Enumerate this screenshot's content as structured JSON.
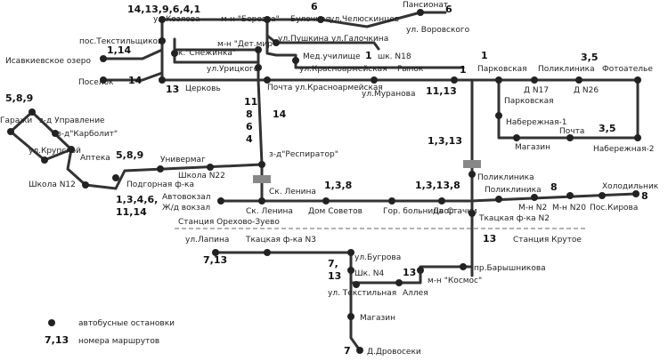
{
  "labels": {
    "top_routes": "14,13,9,6,4,1",
    "kozlova": "ул.Козлова",
    "berezka": "м-н \"Березка\"",
    "r6_top": "6",
    "bulochnaya": "Булочная",
    "chelyuskintsev": "ул.Челюскинцев",
    "pansionat": "Пансионат",
    "r6_pans": "6",
    "vorovskogo": "ул. Воровского",
    "tekstilshchikov": "пос.Текстильщиков",
    "detmir": "м-н \"Дет.мир\"",
    "pushkina": "ул.Пушкина",
    "galochkina": "ул.Галочкина",
    "r114": "1,14",
    "isavkievskoe": "Исавкиевское озеро",
    "snezhinka": "к.\"Снежинка\"",
    "meduch": "Мед.училище",
    "r1_med": "1",
    "shk18": "шк. N18",
    "r1_right": "1",
    "r35_top": "3,5",
    "poselok": "Поселок",
    "r14_pos": "14",
    "uritskogo": "ул.Урицкого",
    "krasnoarm": "ул.Красноармейская",
    "rynok": "Рынок",
    "r1_rynok": "1",
    "parkovskaya1": "Парковская",
    "poliklinika_top": "Поликлиника",
    "fotoatele": "Фотоателье",
    "r13_tserk": "13",
    "tserkov": "Церковь",
    "pochta_kr": "Почта ул.Красноармейская",
    "muranova": "ул.Муранова",
    "r1113": "11,13",
    "d17": "Д N17",
    "d26": "Д N26",
    "parkovskaya2": "Парковская",
    "r589_top": "5,8,9",
    "garazhi": "Гаражи",
    "zd_upr": "з-д Управление",
    "zd_karbolit": "з-д\"Карболит\"",
    "krupskoy": "ул.Крупской",
    "r11": "11",
    "r8": "8",
    "r6_v": "6",
    "r4": "4",
    "r14_v": "14",
    "naberezhnaya1": "Набережная-1",
    "magazin_top": "Магазин",
    "pochta_right": "Почта",
    "r35_mid": "3,5",
    "naberezhnaya2": "Набережная-2",
    "r1313": "1,3,13",
    "apteka": "Аптека",
    "r589_mid": "5,8,9",
    "univermag": "Универмаг",
    "zd_respirator": "з-д\"Респиратор\"",
    "shkola22": "Школа N22",
    "podgornaya": "Подгорная ф-ка",
    "shkola12": "Школа N12",
    "avtovokzal": "Автовокзал",
    "zhd_vokzal": "Ж/д вокзал",
    "r13_4_6": "1,3,4,6,",
    "r11_14": "11,14",
    "sk_lenina1": "Ск. Ленина",
    "r138": "1,3,8",
    "r13138": "1,3,13,8",
    "poliklinika_mid": "Поликлиника",
    "poliklinika_right": "Поликлиника",
    "r8_mid": "8",
    "kholodilnik": "Холодильник",
    "r8_end": "8",
    "st_orekhovo": "Станция Орехово-Зуево",
    "sk_lenina2": "Ск. Ленина",
    "dom_sovetov": "Дом Советов",
    "gor_bolnitsa": "Гор. больница",
    "dvor": "Двор",
    "stachki": "Стачки",
    "mn2": "М-н N2",
    "mn20": "М-н N20",
    "pos_kirova": "Пос.Кирова",
    "tkatskaya2": "Ткацкая ф-ка N2",
    "r13_kr": "13",
    "st_krutoe": "Станция Крутое",
    "lapina": "ул.Лапина",
    "tkatskaya3": "Ткацкая ф-ка N3",
    "r713_a": "7,13",
    "bugrova": "ул.Бугрова",
    "r7": "7,",
    "r13_sk": "13",
    "shk4": "Шк. N4",
    "r13_k": "13",
    "barishnikova": "пр.Барышникова",
    "kosmos": "м-н \"Космос\"",
    "tekstilnaya": "ул. Текстильная",
    "alleya": "Аллея",
    "magazin_bottom": "Магазин",
    "r7_end": "7",
    "drovoseki": "Д.Дровосеки"
  },
  "legend": {
    "stop_text": "автобусные остановки",
    "route_sample": "7,13",
    "route_text": "номера маршрутов"
  }
}
